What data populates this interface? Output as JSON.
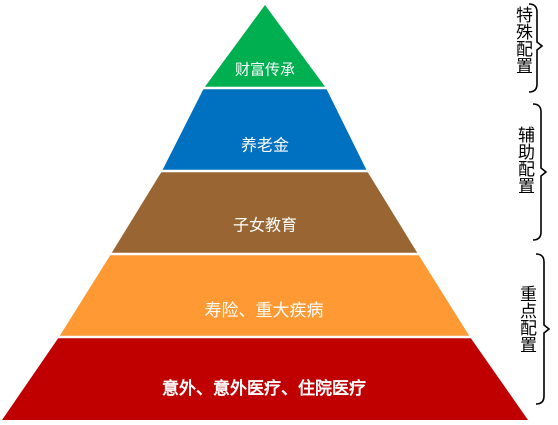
{
  "pyramid": {
    "layers": [
      {
        "label": "财富传承",
        "color": "#00B050"
      },
      {
        "label": "养老金",
        "color": "#0070C0"
      },
      {
        "label": "子女教育",
        "color": "#996633"
      },
      {
        "label": "寿险、重大疾病",
        "color": "#FF9933"
      },
      {
        "label": "意外、意外医疗、住院医疗",
        "color": "#C00000"
      }
    ]
  },
  "brackets": [
    {
      "label": "特殊配置"
    },
    {
      "label": "辅助配置"
    },
    {
      "label": "重点配置"
    }
  ]
}
